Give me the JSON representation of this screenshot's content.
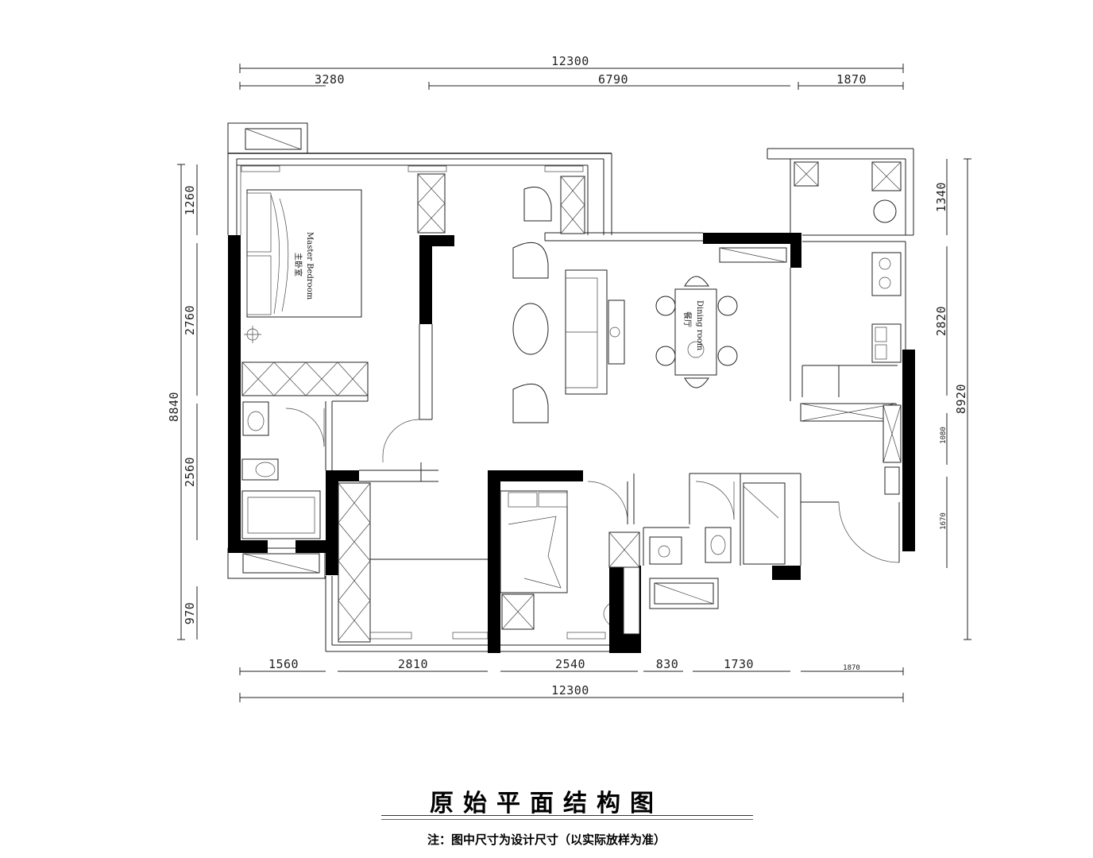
{
  "dimensions": {
    "top_total": "12300",
    "top_segments": [
      "3280",
      "6790",
      "1870"
    ],
    "bottom_total": "12300",
    "bottom_segments": [
      "1560",
      "2810",
      "2540",
      "830",
      "1730",
      "1870"
    ],
    "left_total": "8840",
    "left_segments": [
      "1260",
      "2760",
      "2560",
      "970"
    ],
    "right_total": "8920",
    "right_segments": [
      "1340",
      "2820",
      "1080",
      "1670"
    ]
  },
  "rooms": {
    "master_bedroom_cn": "主卧室",
    "master_bedroom_en": "Master Bedroom",
    "dining_cn": "餐厅",
    "dining_en": "Dining room"
  },
  "title": "原始平面结构图",
  "note": "注：图中尺寸为设计尺寸（以实际放样为准）"
}
